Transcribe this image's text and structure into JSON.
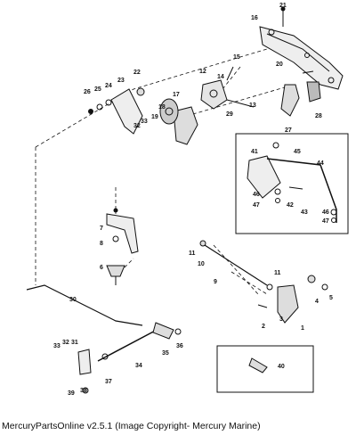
{
  "footer": "MercuryPartsOnline v2.5.1 (Image Copyright- Mercury Marine)",
  "callouts": [
    "1",
    "2",
    "3",
    "4",
    "5",
    "6",
    "7",
    "8",
    "9",
    "10",
    "11",
    "11",
    "12",
    "13",
    "14",
    "15",
    "16",
    "17",
    "18",
    "19",
    "20",
    "21",
    "22",
    "23",
    "24",
    "25",
    "26",
    "27",
    "28",
    "29",
    "30",
    "31",
    "32",
    "32",
    "33",
    "33",
    "34",
    "35",
    "36",
    "37",
    "38",
    "39",
    "40",
    "41",
    "42",
    "43",
    "44",
    "45",
    "46",
    "46",
    "47",
    "47"
  ]
}
